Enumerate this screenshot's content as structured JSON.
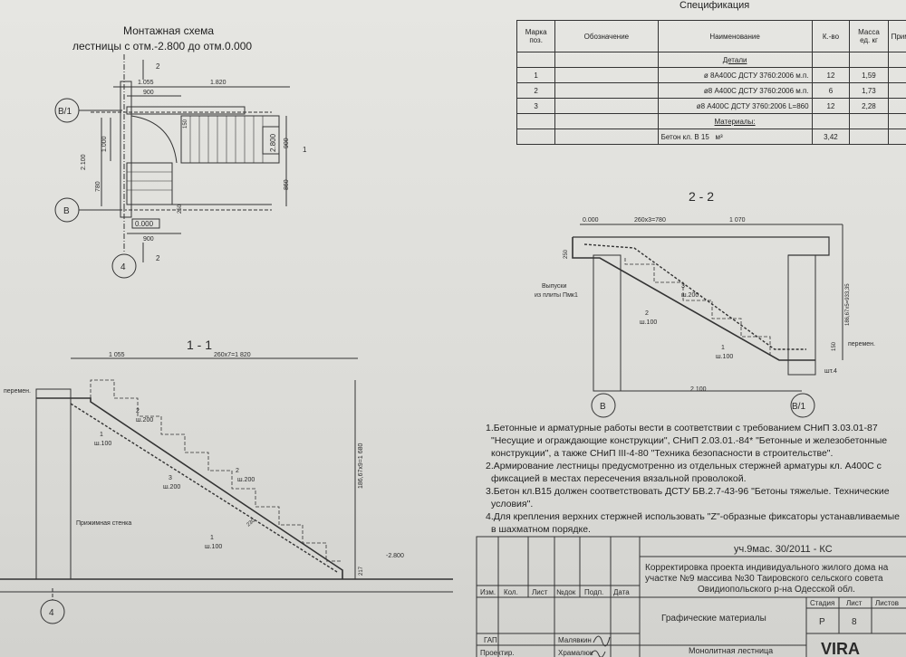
{
  "spec": {
    "title": "Спецификация",
    "headers": [
      "Марка поз.",
      "Обозначение",
      "Наименование",
      "К.-во",
      "Масса ед. кг",
      "Прим."
    ],
    "section_details": "Детали",
    "rows": [
      {
        "pos": "1",
        "name": "ø 8А400С ДСТУ 3760:2006 м.п.",
        "qty": "12",
        "mass": "1,59"
      },
      {
        "pos": "2",
        "name": "ø8 А400С ДСТУ 3760:2006 м.п.",
        "qty": "6",
        "mass": "1,73"
      },
      {
        "pos": "3",
        "name": "ø8 А400С ДСТУ 3760:2006 L=860",
        "qty": "12",
        "mass": "2,28"
      }
    ],
    "section_materials": "Материалы:",
    "material": {
      "name": "Бетон кл. В 15",
      "unit": "м³",
      "qty": "3,42"
    }
  },
  "plan": {
    "title_line1": "Монтажная схема",
    "title_line2": "лестницы с отм.-2.800 до отм.0.000",
    "dims_top": [
      "1.055",
      "1.820",
      "900"
    ],
    "dims_left": [
      "2.100",
      "1.000",
      "780"
    ],
    "dims_right": [
      "900",
      "860"
    ],
    "dim_2800": "2.800",
    "dim_0000": "0.000",
    "dim_bottom": "900",
    "dim_150": "150",
    "dim_250": "250",
    "axis_v1": "В/1",
    "axis_v": "В",
    "axis_4": "4",
    "cut_mark": "2",
    "cut_mark_1": "1"
  },
  "section11": {
    "title": "1 - 1",
    "dim_1055": "1 055",
    "dim_steps": "260x7=1 820",
    "dim_vert": "186,67x9=1 680",
    "label_peremen": "перемен.",
    "label_wall": "Прижимная стенка",
    "rebars": [
      {
        "num": "2",
        "spacing": "ш.200"
      },
      {
        "num": "1",
        "spacing": "ш.100"
      },
      {
        "num": "3",
        "spacing": "ш.200"
      },
      {
        "num": "2",
        "spacing": "ш.200"
      },
      {
        "num": "1",
        "spacing": "ш.100"
      }
    ],
    "mark_230": "230",
    "level": "-2.800",
    "dim_217": "217",
    "axis": "4"
  },
  "section22": {
    "title": "2 - 2",
    "level": "0.000",
    "dim_steps": "260x3=780",
    "dim_1070": "1 070",
    "dim_250": "250",
    "dim_vert": "186,67x5=933,35",
    "dim_2100": "2 100",
    "label_outlets": "Выпуски",
    "label_outlets2": "из плиты Пмк1",
    "label_peremen": "перемен.",
    "rebars": [
      {
        "num": "3",
        "spacing": "ш.200"
      },
      {
        "num": "2",
        "spacing": "ш.100"
      },
      {
        "num": "1",
        "spacing": "ш.100"
      }
    ],
    "label_sht": "шт.4",
    "dim_150": "150",
    "axis_v": "В",
    "axis_v1": "В/1"
  },
  "notes": [
    "1.Бетонные и арматурные работы вести в соответствии с требованием СНиП 3.03.01-87",
    "\"Несущие и ограждающие конструкции\", СНиП 2.03.01.-84* \"Бетонные и железобетонные",
    "конструкции\", а также СНиП III-4-80 \"Техника безопасности в строительстве\".",
    "2.Армирование лестницы предусмотренно из отдельных стержней арматуры кл. А400С с",
    "фиксацией в местах пересечения вязальной проволокой.",
    "3.Бетон кл.В15  должен соответствовать ДСТУ БВ.2.7-43-96 \"Бетоны тяжелые. Технические",
    "условия\".",
    "4.Для крепления верхних стержней использовать \"Z\"-образные фиксаторы устанавливаемые",
    "в шахматном порядке."
  ],
  "stamp": {
    "code": "уч.9мас. 30/2011 - КС",
    "project_line1": "Корректировка проекта индивидуального жилого дома на",
    "project_line2": "участке №9 массива №30 Таировского сельского совета",
    "project_line3": "Овидиопольского р-на Одесской обл.",
    "cols": [
      "Изм.",
      "Кол.",
      "Лист",
      "№док",
      "Подп.",
      "Дата"
    ],
    "sheet_title": "Графические материалы",
    "stage_label": "Стадия",
    "sheet_label": "Лист",
    "sheets_label": "Листов",
    "stage": "Р",
    "sheet": "8",
    "role1": "ГАП",
    "name1": "Малявкин",
    "role2": "Проектир.",
    "name2": "Храмалюк",
    "drawing_name": "Монолитная лестница",
    "company": "VIRA"
  }
}
